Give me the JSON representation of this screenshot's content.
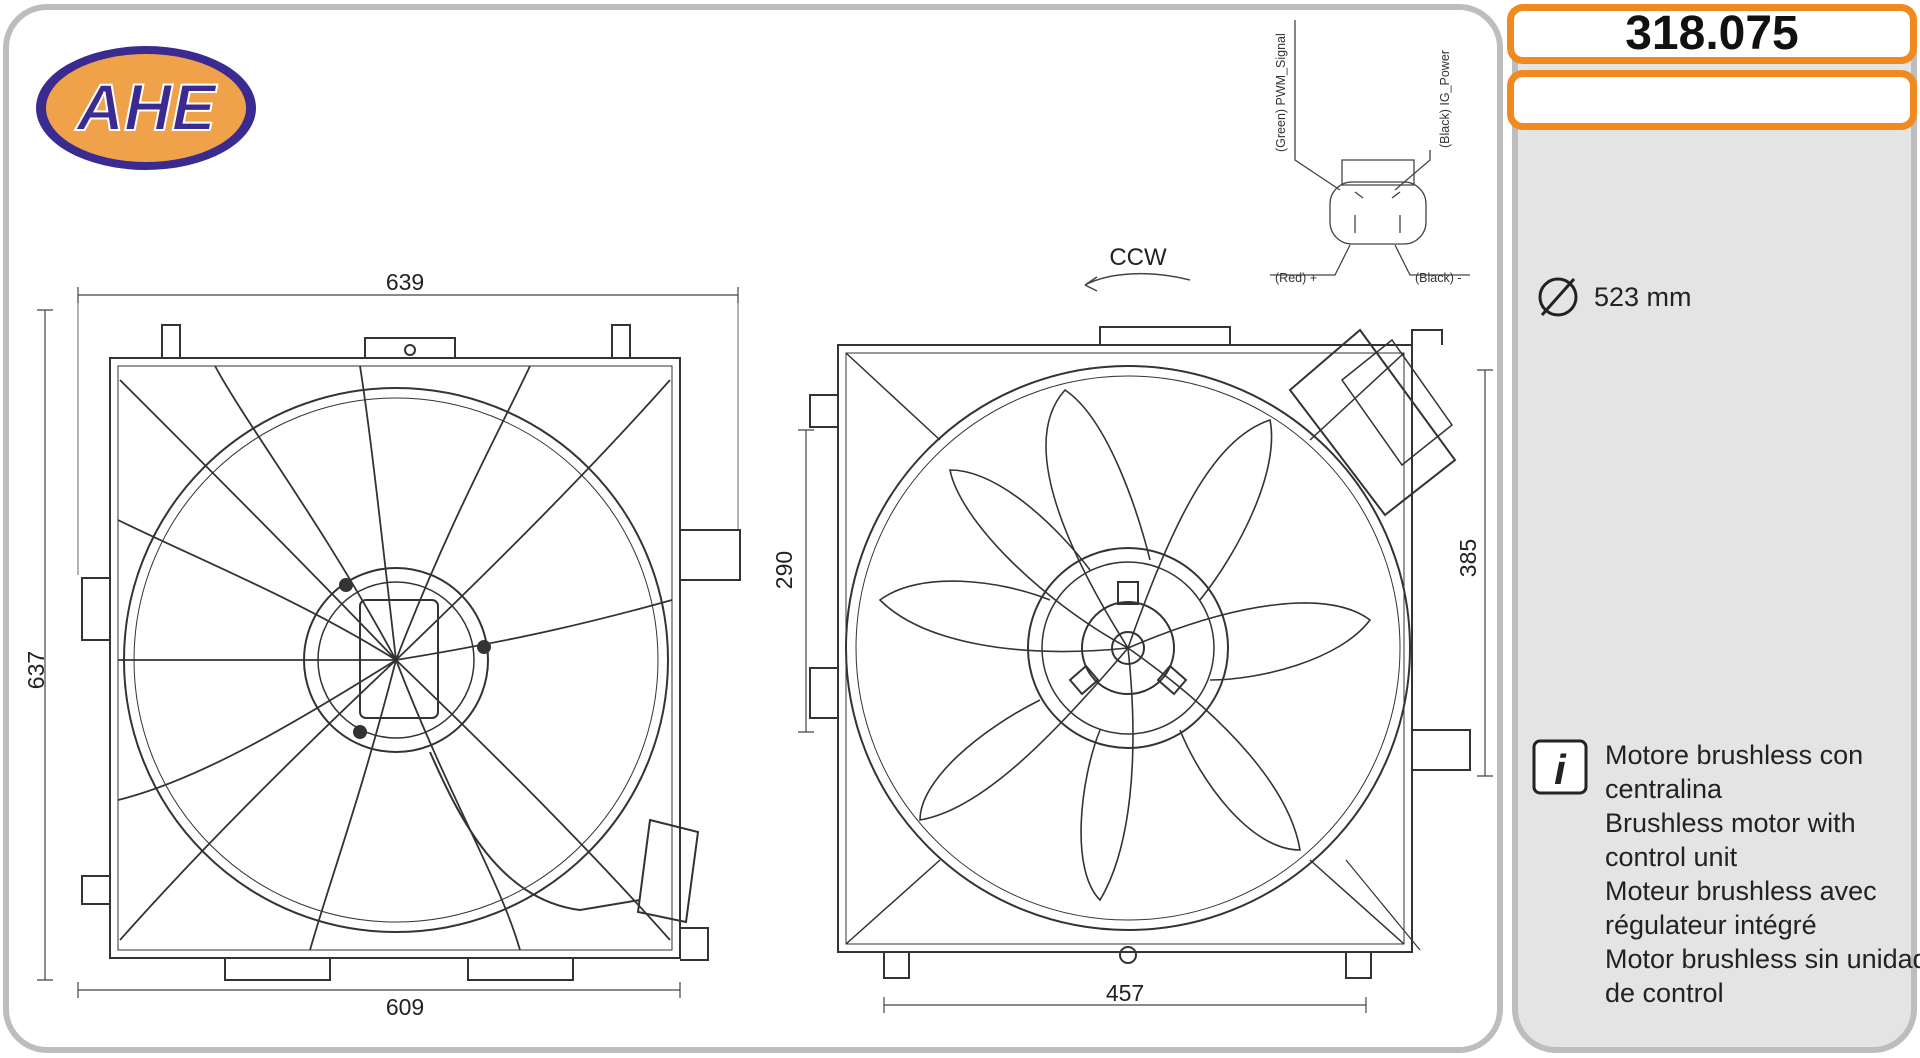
{
  "brand": {
    "logo_text": "AHE",
    "logo_fill": "#3b2a8f",
    "logo_oval": "#f0a24a"
  },
  "part": {
    "code": "318.075"
  },
  "colors": {
    "accent": "#f08a1e",
    "panel_border": "#bdbdbd",
    "side_panel_bg": "#e4e4e4"
  },
  "dimensions": {
    "width_top": "639",
    "width_bottom": "609",
    "height_left": "637",
    "height_right_inner": "290",
    "width_bottom_right": "457",
    "height_right": "385"
  },
  "rotation": {
    "label": "CCW"
  },
  "connector": {
    "pins": [
      {
        "label": "(Green) PWM_Signal"
      },
      {
        "label": "(Black) IG_Power"
      },
      {
        "label": "(Red) +"
      },
      {
        "label": "(Black) -"
      }
    ]
  },
  "specs": {
    "diameter_icon": "diameter-symbol",
    "diameter": "523 mm"
  },
  "info": {
    "icon": "info-icon",
    "lines": [
      "Motore brushless con",
      "centralina",
      "Brushless motor with",
      "control unit",
      "Moteur brushless avec",
      "régulateur intégré",
      "Motor brushless sin unidad",
      "de control"
    ]
  }
}
